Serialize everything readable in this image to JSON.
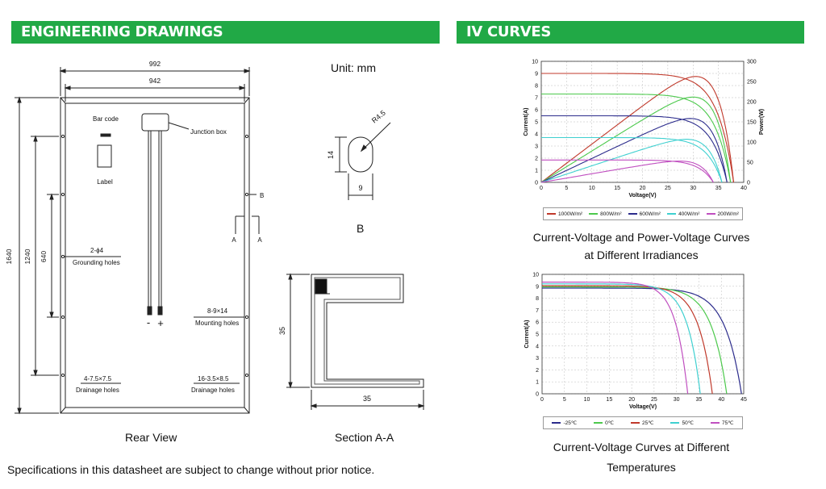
{
  "headers": {
    "drawings": "ENGINEERING DRAWINGS",
    "iv": "IV CURVES"
  },
  "unit": "Unit: mm",
  "rear": {
    "dims": {
      "w_outer": "992",
      "w_inner": "942",
      "h_outer": "1640",
      "h_mid": "1240",
      "h_inner": "640"
    },
    "barcode": "Bar code",
    "label": "Label",
    "junction": "Junction box",
    "ground_qty": "2-ϕ4",
    "ground": "Grounding holes",
    "mount_qty": "8-9×14",
    "mount": "Mounting holes",
    "drain1_qty": "4-7.5×7.5",
    "drain1": "Drainage holes",
    "drain2_qty": "16-3.5×8.5",
    "drain2": "Drainage holes",
    "minus": "-",
    "plus": "+",
    "b": "B",
    "a1": "A",
    "a2": "A",
    "caption": "Rear View"
  },
  "detail_b": {
    "r": "R4.5",
    "h": "14",
    "w": "9",
    "caption": "B"
  },
  "section": {
    "h": "35",
    "w": "35",
    "caption": "Section A-A"
  },
  "footer": "Specifications in this datasheet are subject to change without prior notice.",
  "captions": {
    "irr1": "Current-Voltage and Power-Voltage Curves",
    "irr2": "at Different Irradiances",
    "temp1": "Current-Voltage Curves at Different",
    "temp2": "Temperatures"
  },
  "chart_data": [
    {
      "type": "line",
      "title": "Current-Voltage and Power-Voltage Curves at Different Irradiances",
      "xlabel": "Voltage(V)",
      "ylabel": "Current(A)",
      "y2label": "Power(W)",
      "xlim": [
        0,
        40
      ],
      "ylim": [
        0,
        10
      ],
      "y2lim": [
        0,
        300
      ],
      "x_ticks": [
        0,
        5,
        10,
        15,
        20,
        25,
        30,
        35,
        40
      ],
      "y_ticks": [
        0,
        1,
        2,
        3,
        4,
        5,
        6,
        7,
        8,
        9,
        10
      ],
      "y2_ticks": [
        0,
        50,
        100,
        150,
        200,
        250,
        300
      ],
      "grid": true,
      "legend": "bottom",
      "series": [
        {
          "name": "1000W/m²",
          "color": "#c0392b",
          "isc": 9.0,
          "voc": 38.0,
          "vmp": 31.0,
          "pmax": 262
        },
        {
          "name": "800W/m²",
          "color": "#4cc94c",
          "isc": 7.3,
          "voc": 37.4,
          "vmp": 30.6,
          "pmax": 211
        },
        {
          "name": "600W/m²",
          "color": "#2c2c8c",
          "isc": 5.5,
          "voc": 36.7,
          "vmp": 30.0,
          "pmax": 158
        },
        {
          "name": "400W/m²",
          "color": "#3fd0d0",
          "isc": 3.7,
          "voc": 35.7,
          "vmp": 29.6,
          "pmax": 106
        },
        {
          "name": "200W/m²",
          "color": "#c04fc0",
          "isc": 1.85,
          "voc": 34.0,
          "vmp": 28.5,
          "pmax": 52
        }
      ]
    },
    {
      "type": "line",
      "title": "Current-Voltage Curves at Different Temperatures",
      "xlabel": "Voltage(V)",
      "ylabel": "Current(A)",
      "xlim": [
        0,
        45
      ],
      "ylim": [
        0,
        10
      ],
      "x_ticks": [
        0,
        5,
        10,
        15,
        20,
        25,
        30,
        35,
        40,
        45
      ],
      "y_ticks": [
        0,
        1,
        2,
        3,
        4,
        5,
        6,
        7,
        8,
        9,
        10
      ],
      "grid": true,
      "legend": "bottom",
      "series": [
        {
          "name": "-25℃",
          "color": "#2c2c8c",
          "isc": 8.85,
          "voc": 44.5
        },
        {
          "name": "0℃",
          "color": "#4cc94c",
          "isc": 8.95,
          "voc": 41.2
        },
        {
          "name": "25℃",
          "color": "#c0392b",
          "isc": 9.05,
          "voc": 38.0
        },
        {
          "name": "50℃",
          "color": "#3fd0d0",
          "isc": 9.2,
          "voc": 35.3
        },
        {
          "name": "75℃",
          "color": "#c04fc0",
          "isc": 9.35,
          "voc": 32.5
        }
      ]
    }
  ]
}
